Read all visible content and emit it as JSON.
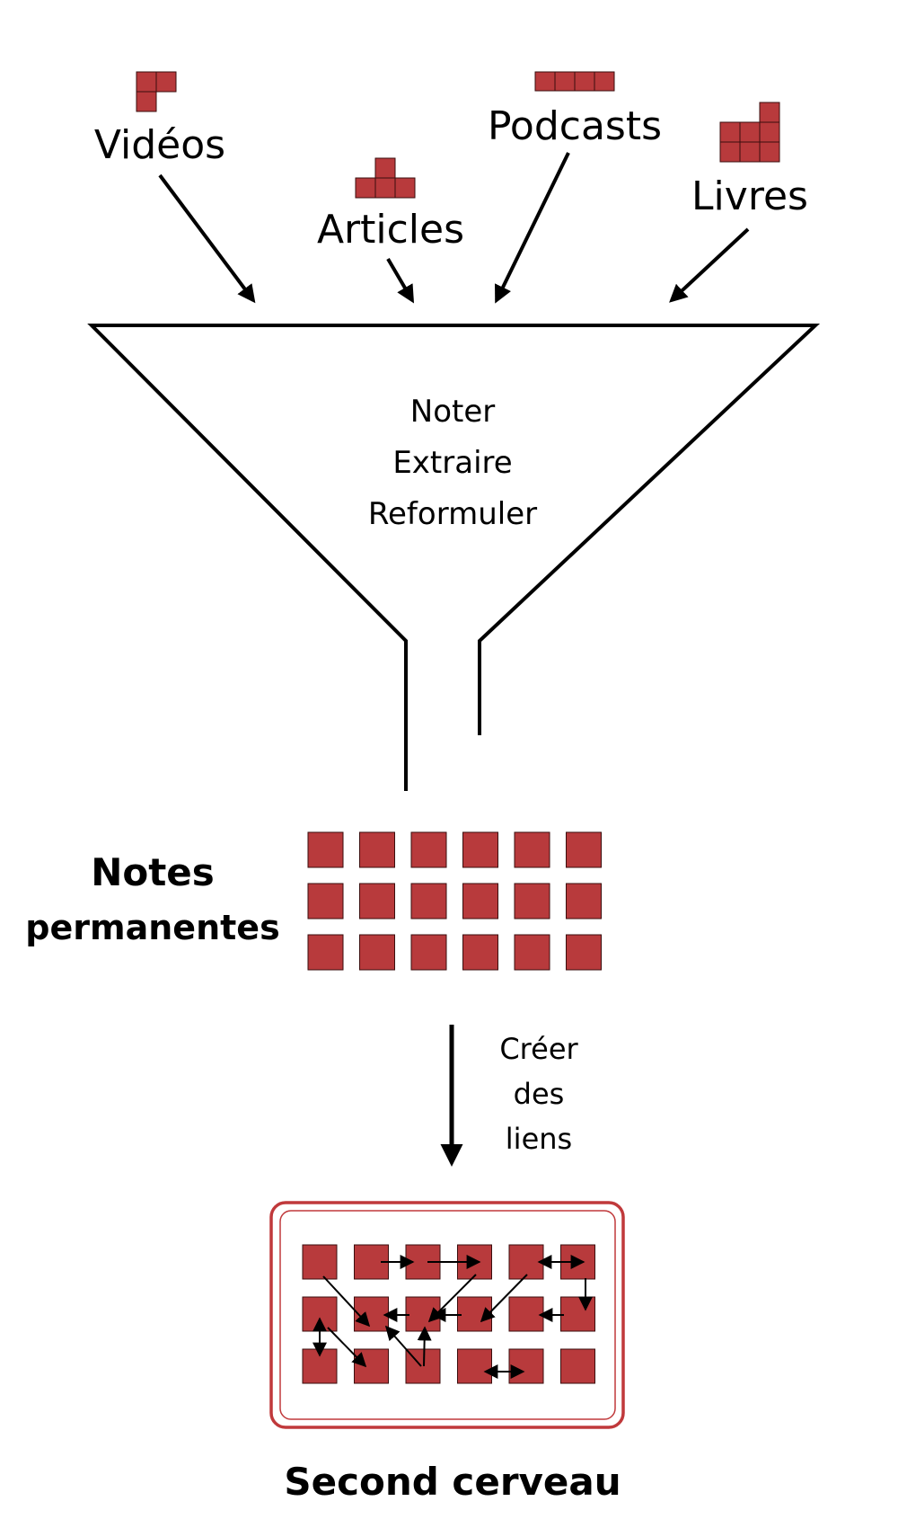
{
  "sources": [
    {
      "id": "videos",
      "label": "Vidéos",
      "icon": "l-shape-blocks-icon"
    },
    {
      "id": "articles",
      "label": "Articles",
      "icon": "t-shape-blocks-icon"
    },
    {
      "id": "podcasts",
      "label": "Podcasts",
      "icon": "row-blocks-icon"
    },
    {
      "id": "livres",
      "label": "Livres",
      "icon": "stair-blocks-icon"
    }
  ],
  "funnel": {
    "steps": [
      "Noter",
      "Extraire",
      "Reformuler"
    ]
  },
  "notes": {
    "label_line1": "Notes",
    "label_line2": "permanentes",
    "rows": 3,
    "cols": 6
  },
  "link_step": {
    "line1": "Créer",
    "line2": "des",
    "line3": "liens"
  },
  "second_brain": {
    "label": "Second cerveau",
    "rows": 3,
    "cols": 6
  },
  "colors": {
    "accent": "#b83a3c",
    "frame": "#c0393b",
    "ink": "#000000"
  }
}
